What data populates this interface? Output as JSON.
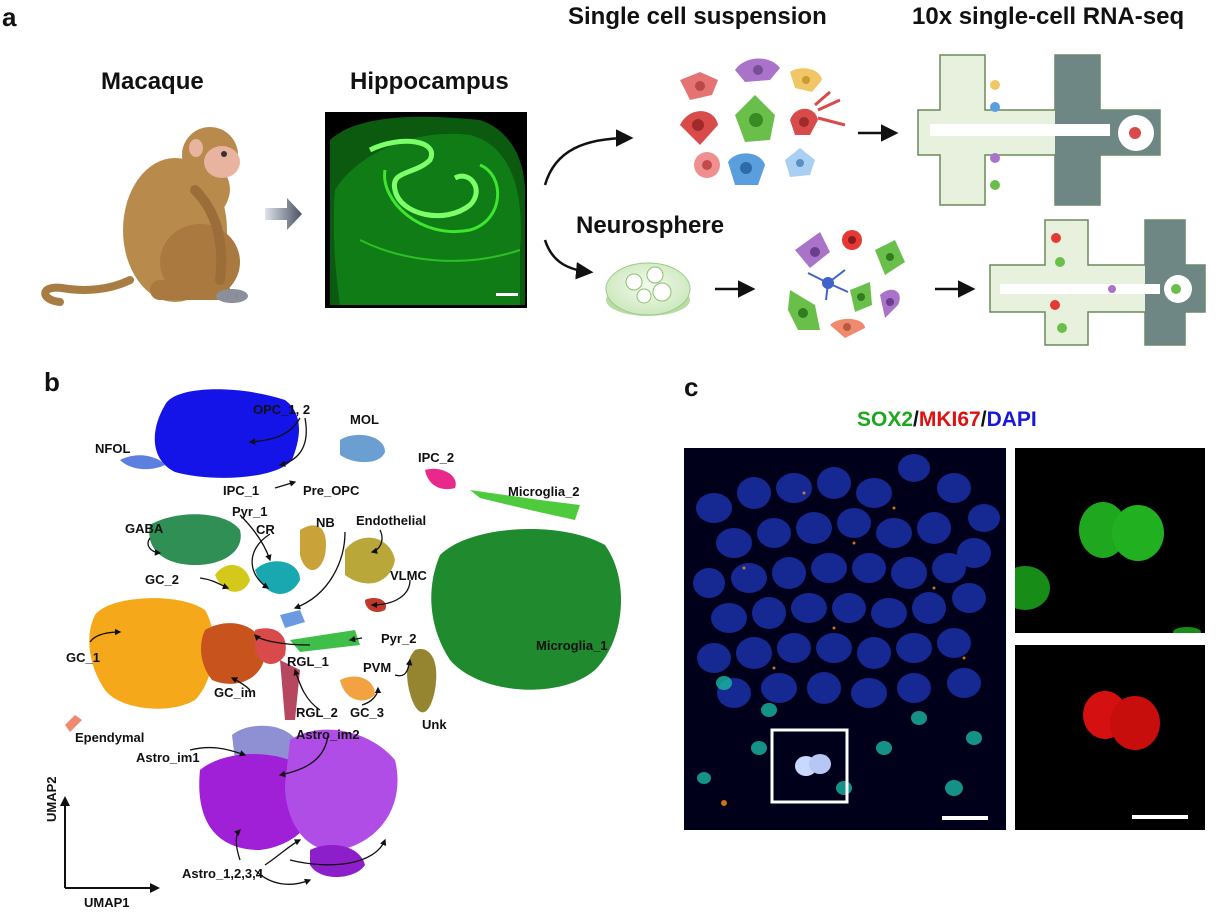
{
  "panels": {
    "a": "a",
    "b": "b",
    "c": "c"
  },
  "panel_a": {
    "macaque": "Macaque",
    "hippocampus": "Hippocampus",
    "single_cell": "Single cell suspension",
    "rnaseq": "10x single-cell RNA-seq",
    "neurosphere": "Neurosphere"
  },
  "panel_b": {
    "axis_y": "UMAP2",
    "axis_x": "UMAP1",
    "clusters": {
      "opc": "OPC_1, 2",
      "mol": "MOL",
      "nfol": "NFOL",
      "ipc2": "IPC_2",
      "ipc1": "IPC_1",
      "pre_opc": "Pre_OPC",
      "microglia2": "Microglia_2",
      "pyr1": "Pyr_1",
      "gaba": "GABA",
      "cr": "CR",
      "nb": "NB",
      "endothelial": "Endothelial",
      "gc2": "GC_2",
      "vlmc": "VLMC",
      "pyr2": "Pyr_2",
      "microglia1": "Microglia_1",
      "gc1": "GC_1",
      "rgl1": "RGL_1",
      "pvm": "PVM",
      "gc_im": "GC_im",
      "rgl2": "RGL_2",
      "gc3": "GC_3",
      "unk": "Unk",
      "ependymal": "Ependymal",
      "astro_im2": "Astro_im2",
      "astro_im1": "Astro_im1",
      "astro": "Astro_1,2,3,4"
    }
  },
  "panel_c": {
    "stain": [
      "SOX2",
      "/",
      "MKI67",
      "/",
      "DAPI"
    ],
    "colors": {
      "sox2": "#1fa81f",
      "mki67": "#e01010",
      "dapi": "#1818d8"
    }
  }
}
